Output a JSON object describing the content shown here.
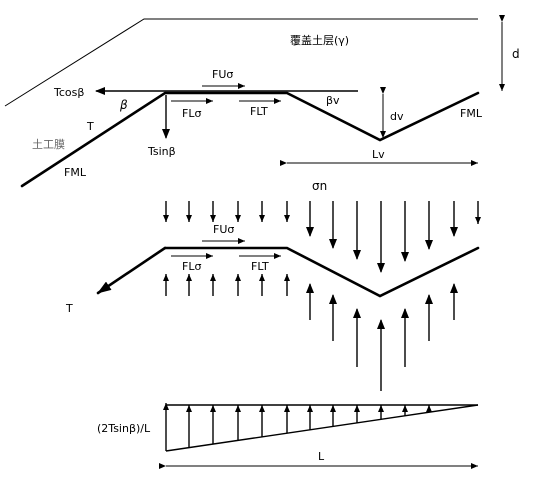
{
  "labels": {
    "cover_soil": "覆盖土层(γ)",
    "d": "d",
    "fu_top": "FUσ",
    "t_cos": "Tcosβ",
    "beta_top": "β",
    "beta_v": "βv",
    "fl_sigma_top": "FLσ",
    "flt_top": "FLT",
    "dv": "dv",
    "fml_right": "FML",
    "t_top": "T",
    "geotextile": "土工膜",
    "t_sin": "Tsinβ",
    "fml_left": "FML",
    "lv": "Lv",
    "sigma_n": "σn",
    "fu_mid": "FUσ",
    "fl_sigma_mid": "FLσ",
    "flt_mid": "FLT",
    "t_mid": "T",
    "two_tsin": "(2Tsinβ)/L",
    "l": "L"
  }
}
